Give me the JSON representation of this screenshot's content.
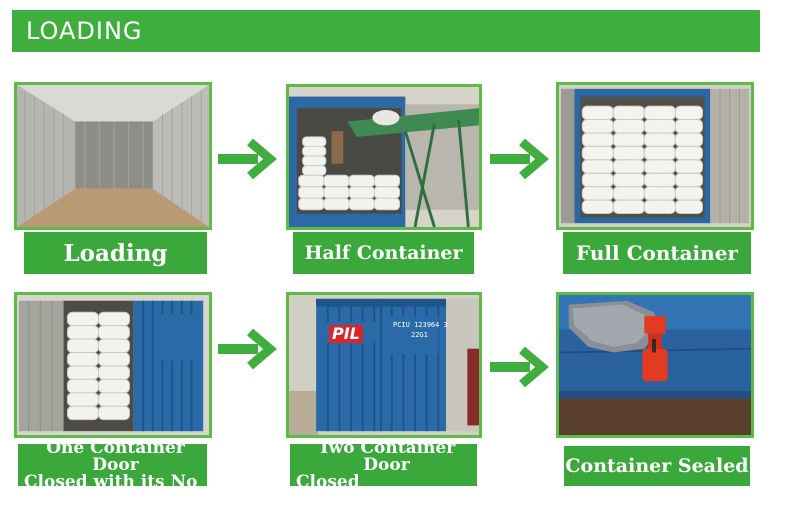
{
  "banner": {
    "title": "LOADING"
  },
  "steps": [
    {
      "label": "Loading"
    },
    {
      "label": "Half Container"
    },
    {
      "label": "Full Container"
    },
    {
      "label_line1": "One Container Door",
      "label_line2": "Closed with its No"
    },
    {
      "label_line1": "Two Container Door",
      "label_line2": "Closed"
    },
    {
      "label": "Container Sealed"
    }
  ],
  "container_marks": {
    "brand": "PIL",
    "code_line1": "PCIU 123964 3",
    "code_line2": "22G1"
  },
  "colors": {
    "accent_green": "#3fae3f",
    "frame_green": "#5dbb4a",
    "container_blue": "#2a6aa8"
  },
  "icons": {
    "flow_arrow": "arrow-right-icon"
  }
}
